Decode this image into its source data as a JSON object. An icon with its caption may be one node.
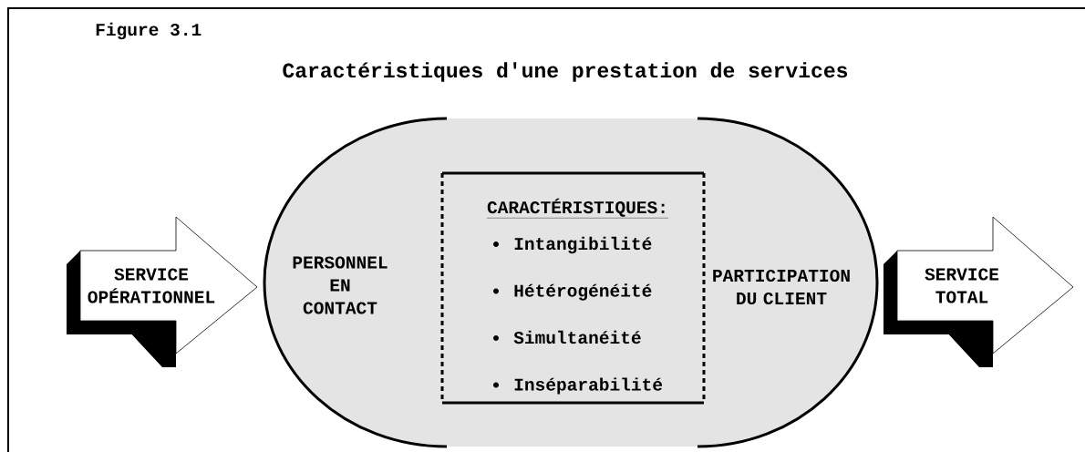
{
  "diagram": {
    "title": "Caractéristiques d'une prestation de services",
    "nodes": [
      {
        "text": [
          "SERVICE OPÉRATIONNEL"
        ]
      },
      {
        "text": [
          "PERSONNEL EN CONTACT"
        ]
      },
      {
        "text": [
          "CARACTÉRISTIQUES:",
          "Intangibilité",
          "Hétérogénéité",
          "Simultanéité",
          "Inséparabilité"
        ]
      },
      {
        "text": [
          "PARTICIPATION DU CLIENT"
        ]
      },
      {
        "text": [
          "SERVICE TOTAL"
        ]
      }
    ],
    "edges": [],
    "labels": [
      "Figure 3.1"
    ]
  }
}
